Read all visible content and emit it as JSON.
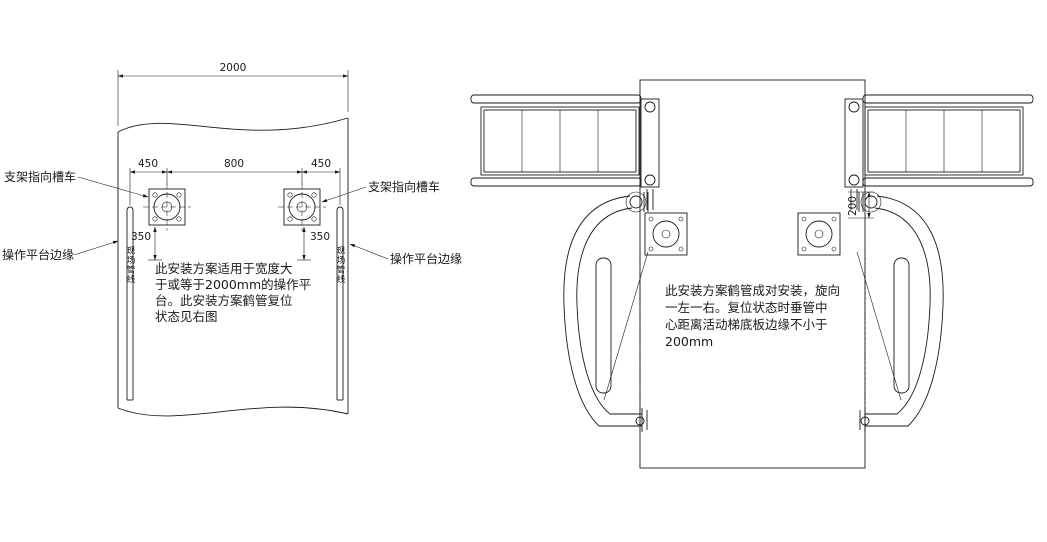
{
  "drawing": {
    "left_view": {
      "dim_total_width": "2000",
      "dim_left_span": "450",
      "dim_center_span": "800",
      "dim_right_span": "450",
      "dim_left_offset": "350",
      "dim_right_offset": "350",
      "label_bracket_left": "支架指向槽车",
      "label_bracket_right": "支架指向槽车",
      "label_edge_left": "操作平台边缘",
      "label_edge_right": "操作平台边缘",
      "label_rail_left": "现场管线",
      "label_rail_right": "现场管线",
      "note_lines": [
        "此安装方案适用于宽度大",
        "于或等于2000mm的操作平",
        "台。此安装方案鹤管复位",
        "状态见右图"
      ]
    },
    "right_view": {
      "dim_clearance": "200",
      "note_lines": [
        "此安装方案鹤管成对安装，旋向",
        "一左一右。复位状态时垂管中",
        "心距离活动梯底板边缘不小于",
        "200mm"
      ]
    }
  }
}
